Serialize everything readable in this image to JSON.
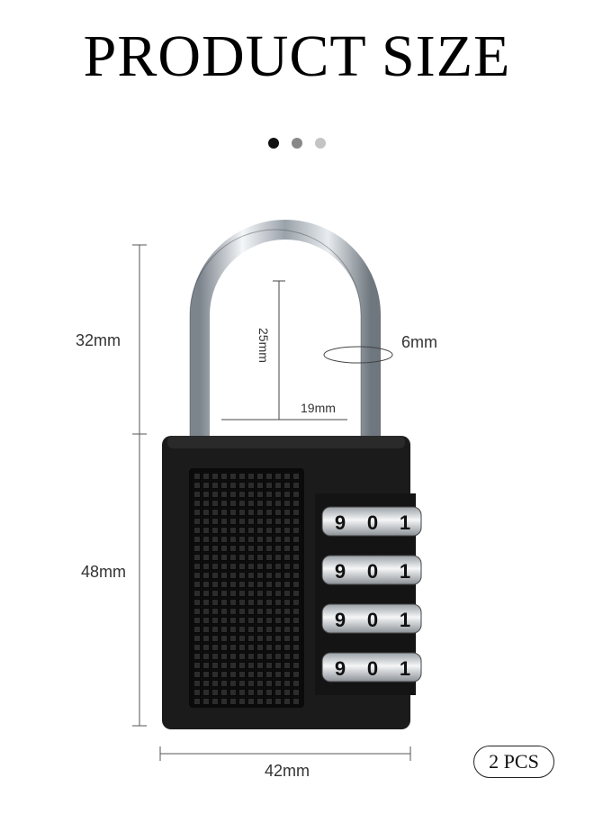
{
  "title": "PRODUCT SIZE",
  "carousel": {
    "dots": 3,
    "active_index": 0
  },
  "dimensions": {
    "shackle_height": "32mm",
    "inner_height": "25mm",
    "shackle_diameter": "6mm",
    "inner_width": "19mm",
    "body_height": "48mm",
    "body_width": "42mm"
  },
  "dials": [
    {
      "digits": [
        "9",
        "0",
        "1"
      ]
    },
    {
      "digits": [
        "9",
        "0",
        "1"
      ]
    },
    {
      "digits": [
        "9",
        "0",
        "1"
      ]
    },
    {
      "digits": [
        "9",
        "0",
        "1"
      ]
    }
  ],
  "quantity_badge": "2 PCS",
  "colors": {
    "body": "#1b1b1b",
    "shackle": "#c9ced3",
    "dial": "#d8dadc"
  }
}
